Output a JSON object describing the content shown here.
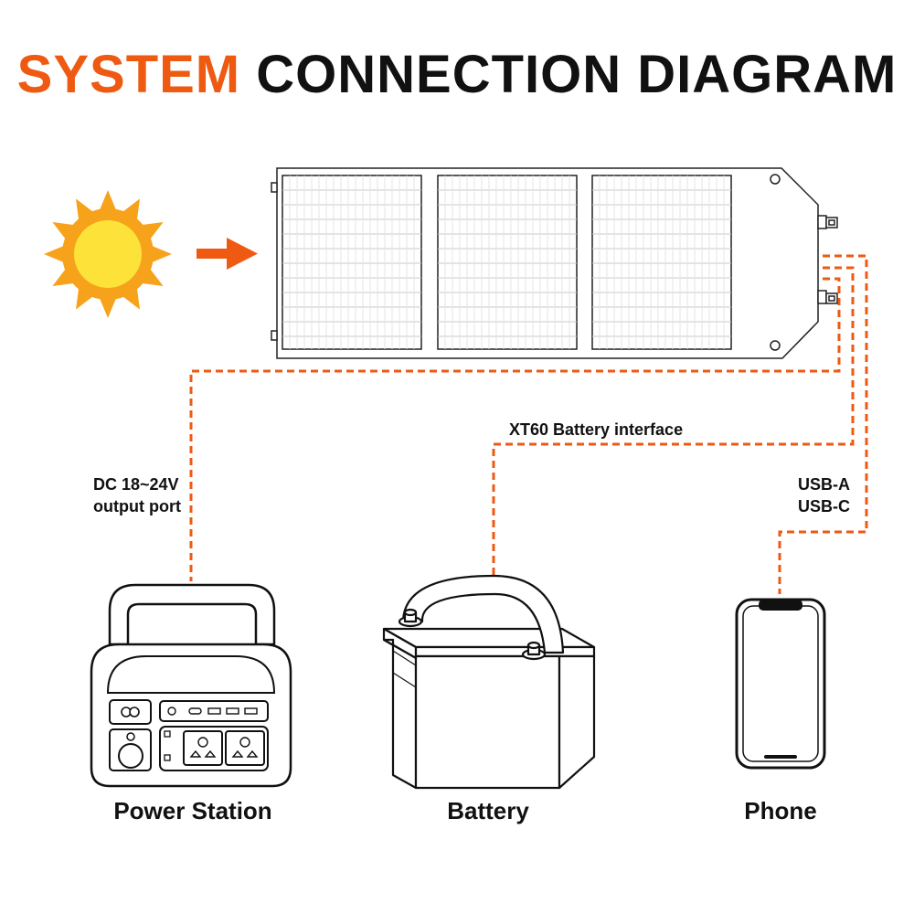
{
  "title": {
    "accent": "SYSTEM",
    "rest": "CONNECTION DIAGRAM"
  },
  "colors": {
    "accent": "#ee5a12",
    "sun_rays": "#f7a21b",
    "sun_core": "#fde23a",
    "line": "#111111"
  },
  "connections": [
    {
      "label_lines": [
        "DC 18~24V",
        "output port"
      ]
    },
    {
      "label_lines": [
        "XT60 Battery interface"
      ]
    },
    {
      "label_lines": [
        "USB-A",
        "USB-C"
      ]
    }
  ],
  "devices": {
    "power_station": "Power Station",
    "battery": "Battery",
    "phone": "Phone"
  },
  "icons": [
    "sun-icon",
    "arrow-right-icon",
    "solar-panel-icon",
    "power-station-icon",
    "battery-icon",
    "phone-icon"
  ]
}
